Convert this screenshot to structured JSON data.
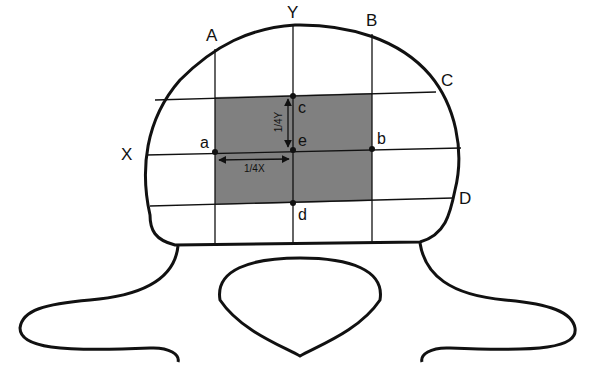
{
  "diagram": {
    "labels": [
      "A",
      "Y",
      "B",
      "C",
      "X",
      "a",
      "c",
      "1/4Y",
      "e",
      "b",
      "1/4X",
      "d",
      "D"
    ]
  }
}
